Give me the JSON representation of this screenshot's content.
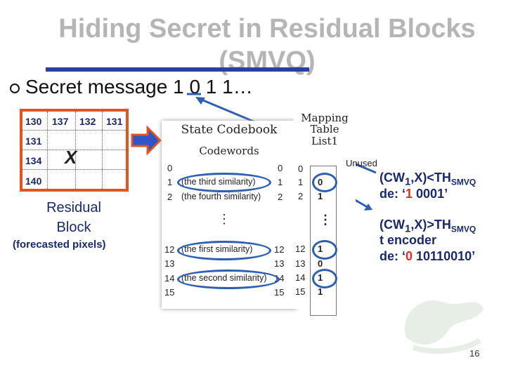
{
  "title": "Hiding Secret in Residual Blocks (SMVQ)",
  "bullet": {
    "text": "Secret message 1 0 1 1…"
  },
  "residual_block": {
    "row1": [
      "130",
      "137",
      "132",
      "131"
    ],
    "col_values": [
      "131",
      "134",
      "140"
    ],
    "unknown": "X",
    "label": "Residual Block",
    "sublabel": "(forecasted pixels)"
  },
  "state_codebook": {
    "title": "State Codebook",
    "subtitle": "Codewords",
    "rows": [
      {
        "index": "0",
        "text": ""
      },
      {
        "index": "1",
        "text": "(the third similarity)"
      },
      {
        "index": "2",
        "text": "(the fourth similarity)"
      },
      {
        "index": "12",
        "text": "(the first similarity)"
      },
      {
        "index": "13",
        "text": ""
      },
      {
        "index": "14",
        "text": "(the second similarity)"
      },
      {
        "index": "15",
        "text": ""
      }
    ],
    "ellipsis": "⋮"
  },
  "mapping_table": {
    "title_lines": [
      "Mapping",
      "Table",
      "List1"
    ],
    "rows": [
      {
        "index": "0",
        "bit": ""
      },
      {
        "index": "1",
        "bit": "0"
      },
      {
        "index": "2",
        "bit": "1"
      },
      {
        "index": "12",
        "bit": "1"
      },
      {
        "index": "13",
        "bit": "0"
      },
      {
        "index": "14",
        "bit": "1"
      },
      {
        "index": "15",
        "bit": "1"
      }
    ],
    "ellipsis": "⋮",
    "unused_label": "Unused"
  },
  "rules": {
    "line1_prefix": "(CW",
    "line1_sub": "1",
    "line1_mid": ",X)<TH",
    "line1_sub2": "SMVQ",
    "line2_prefix": "de: ‘",
    "line2_red": "1",
    "line2_suffix": " 0001’",
    "line3_prefix": "(CW",
    "line3_sub": "1",
    "line3_mid": ",X)>TH",
    "line3_sub2": "SMVQ",
    "line4": "t encoder",
    "line5_prefix": "de: ‘",
    "line5_red": "0",
    "line5_suffix": " 10110010’"
  },
  "page_number": "16",
  "colors": {
    "title": "#b5b5b5",
    "accent_blue": "#2b3fa0",
    "grid_border": "#e2541f",
    "text_navy": "#1a2a66",
    "highlight_red": "#e52b1d",
    "oval_blue": "#2f5fb0"
  }
}
